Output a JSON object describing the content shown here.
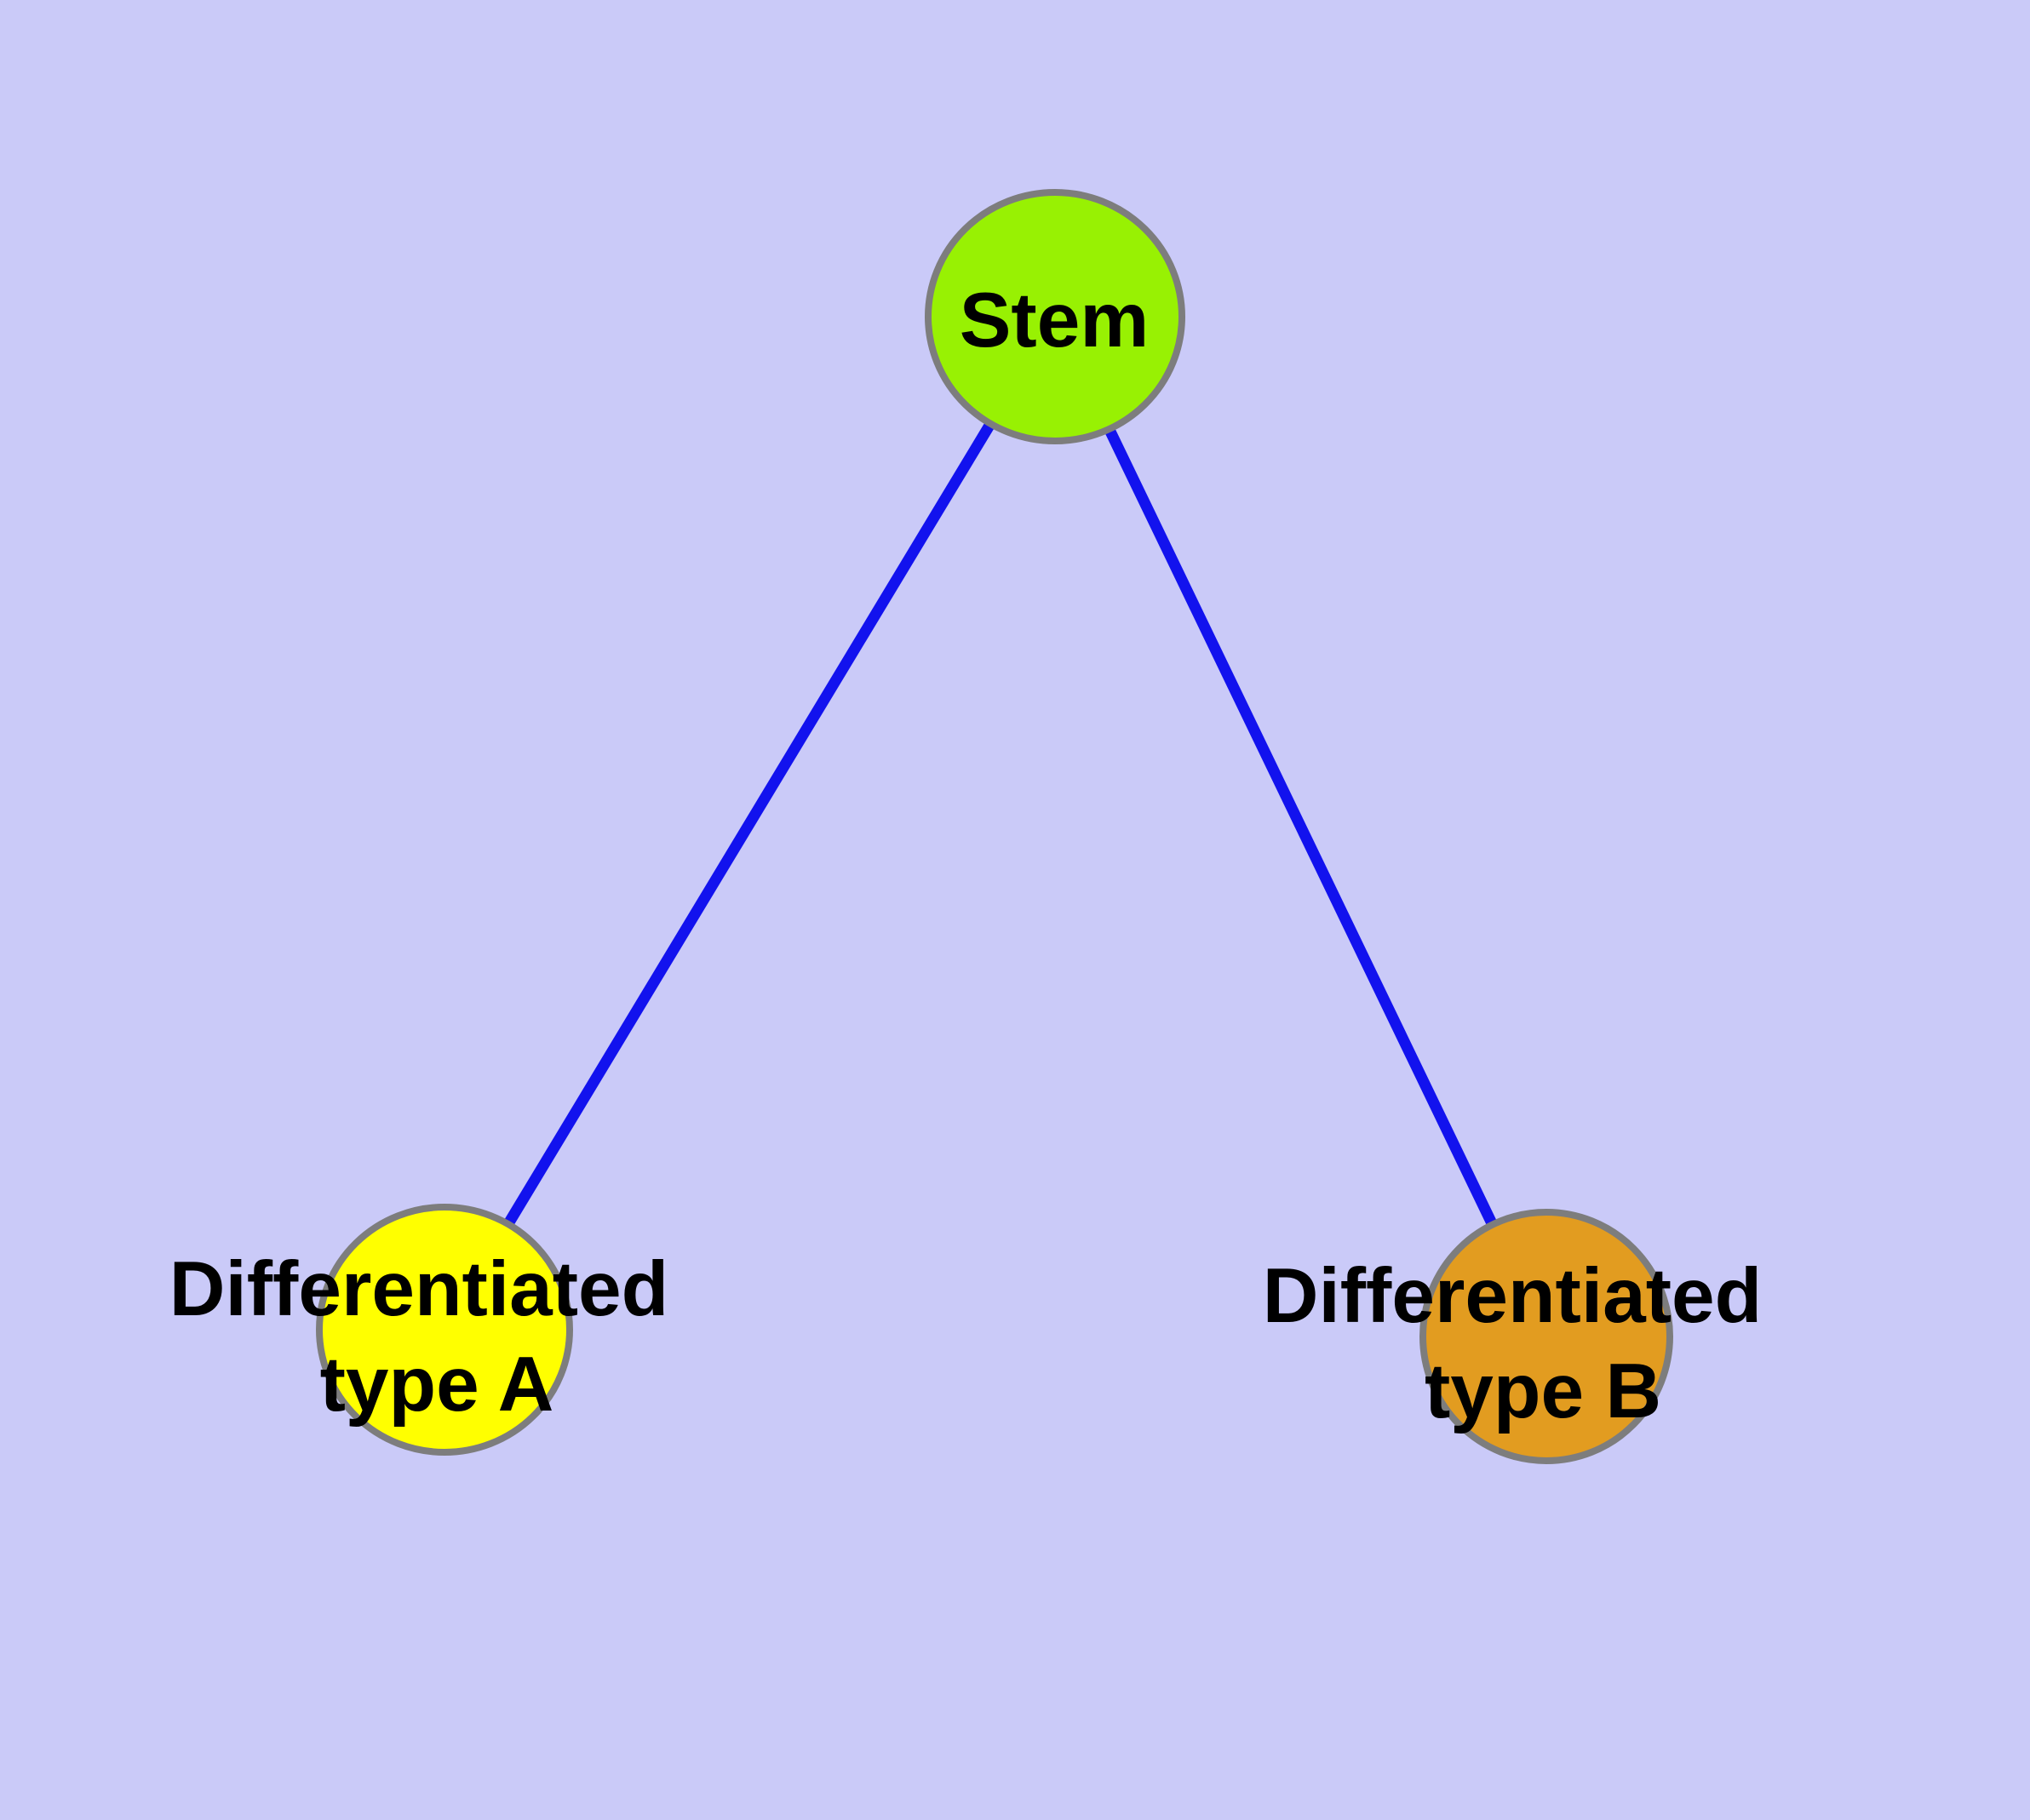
{
  "diagram": {
    "background_color": "#cacaf8",
    "edge_color": "#1212ee",
    "node_border_color": "#7d7d7d",
    "text_color": "#000000",
    "nodes": {
      "stem": {
        "label": "Stem",
        "fill": "#98f103"
      },
      "typeA": {
        "line1": "Differentiated",
        "line2": "type A",
        "fill": "#ffff00"
      },
      "typeB": {
        "line1": "Differentiated",
        "line2": "type B",
        "fill": "#e29c20"
      }
    },
    "edges": [
      {
        "from": "Stem",
        "to": "Differentiated type A"
      },
      {
        "from": "Stem",
        "to": "Differentiated type B"
      }
    ]
  }
}
